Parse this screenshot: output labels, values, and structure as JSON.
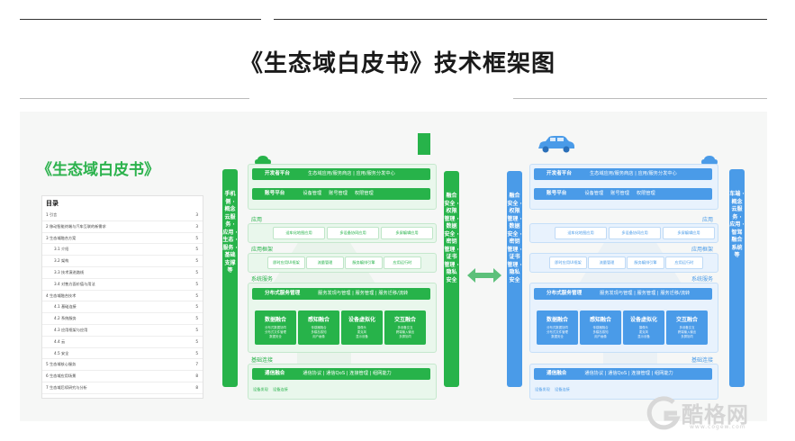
{
  "page": {
    "title": "《生态域白皮书》技术框架图",
    "document_title": "《生态域白皮书》"
  },
  "toc": {
    "heading": "目录",
    "rows": [
      {
        "text": "1 引言",
        "page": "3",
        "indent": false
      },
      {
        "text": "2 移动智能终端与汽车互联的新需求",
        "page": "3",
        "indent": false
      },
      {
        "text": "3 生态域融合方案",
        "page": "5",
        "indent": false
      },
      {
        "text": "3.1 介绍",
        "page": "5",
        "indent": true
      },
      {
        "text": "3.2 架构",
        "page": "5",
        "indent": true
      },
      {
        "text": "3.3 技术演进路线",
        "page": "5",
        "indent": true
      },
      {
        "text": "3.4 对售方面价值与用法",
        "page": "5",
        "indent": true
      },
      {
        "text": "4 生态域融合技术",
        "page": "5",
        "indent": false
      },
      {
        "text": "4.1 基础连接",
        "page": "5",
        "indent": true
      },
      {
        "text": "4.2 系统服务",
        "page": "5",
        "indent": true
      },
      {
        "text": "4.3 应用框架与应用",
        "page": "5",
        "indent": true
      },
      {
        "text": "4.4 云",
        "page": "5",
        "indent": true
      },
      {
        "text": "4.5 安全",
        "page": "5",
        "indent": true
      },
      {
        "text": "5 生态域核心服务",
        "page": "7",
        "indent": false
      },
      {
        "text": "6 生态域应用场景",
        "page": "8",
        "indent": false
      },
      {
        "text": "7 生态域后续研究与分析",
        "page": "8",
        "indent": false
      }
    ]
  },
  "left_side": {
    "cloud_bar": "手机侧 · 概念云服务 · 应用 · 生态 · 服务 · 基础支撑等",
    "security_bar": "融合安全 · 权限管理 · 数据安全 · 密钥管理 · 证书管理 · 隐私安全",
    "dev_platform": {
      "title": "开发者平台",
      "items": "生态域应用/服务商店  |  应用/服务分发中心"
    },
    "account_platform": {
      "title": "账号平台",
      "pills": [
        "设备管理",
        "账号管理",
        "权限管理"
      ]
    },
    "app_label": "应用",
    "app_pills": [
      "适车化地图应用",
      "多设备协同应用",
      "多屏编辑应用"
    ],
    "framework_label": "应用框架",
    "framework_pills": [
      "即时应用UI框架",
      "流量管理",
      "服务编排引擎",
      "应用运行时"
    ],
    "sysservice_label": "系统服务",
    "dist_service": {
      "title": "分布式服务管理",
      "items": "服务发现与管理  |  服务管理  |  服务迁移/流转"
    },
    "modules": [
      {
        "title": "数据融合",
        "lines": [
          "分布式数据协同",
          "分布式文件管理",
          "数据安全"
        ]
      },
      {
        "title": "感知融合",
        "lines": [
          "传感器融合",
          "多模态感知",
          "用户画像"
        ]
      },
      {
        "title": "设备虚拟化",
        "lines": [
          "摄像头",
          "麦克风",
          "显示设备"
        ]
      },
      {
        "title": "交互融合",
        "lines": [
          "多设备交互",
          "跨端输入输出",
          "多屏协同"
        ]
      }
    ],
    "base_label": "基础连接",
    "comm": {
      "title": "通信融合",
      "items": "通信协议  |  通信QoS  |  连接管理  |  组网能力"
    },
    "bottom_items": [
      "设备发现",
      "设备连接"
    ]
  },
  "right_side": {
    "cloud_bar": "车端 · 概念云服务 · 应用 · 智驾融合系统等",
    "security_bar": "融合安全 · 权限管理 · 数据安全 · 密钥管理 · 证书管理 · 隐私安全",
    "dev_platform": {
      "title": "开发者平台",
      "items": "生态域应用/服务商店  |  应用/服务分发中心"
    },
    "account_platform": {
      "title": "账号平台",
      "pills": [
        "设备管理",
        "账号管理",
        "权限管理"
      ]
    },
    "app_label": "应用",
    "app_pills": [
      "适车化地图应用",
      "多设备协同应用",
      "多屏编辑应用"
    ],
    "framework_label": "应用框架",
    "framework_pills": [
      "即时应用UI框架",
      "流量管理",
      "服务编排引擎",
      "应用运行时"
    ],
    "sysservice_label": "系统服务",
    "dist_service": {
      "title": "分布式服务管理",
      "items": "服务发现与管理  |  服务管理  |  服务迁移/流转"
    },
    "modules": [
      {
        "title": "数据融合",
        "lines": [
          "分布式数据协同",
          "分布式文件管理",
          "数据安全"
        ]
      },
      {
        "title": "感知融合",
        "lines": [
          "传感器融合",
          "多模态感知",
          "用户画像"
        ]
      },
      {
        "title": "设备虚拟化",
        "lines": [
          "摄像头",
          "麦克风",
          "显示设备"
        ]
      },
      {
        "title": "交互融合",
        "lines": [
          "多设备交互",
          "跨端输入输出",
          "多屏协同"
        ]
      }
    ],
    "base_label": "基础连接",
    "comm": {
      "title": "通信融合",
      "items": "通信协议  |  通信QoS  |  连接管理  |  组网能力"
    },
    "bottom_items": [
      "设备发现",
      "设备连接"
    ]
  },
  "watermark": {
    "text": "酷格网",
    "url": "www.cogew.com"
  },
  "colors": {
    "green": "#27b34a",
    "blue": "#4a9be8",
    "panel_bg": "#f6f7f6"
  }
}
